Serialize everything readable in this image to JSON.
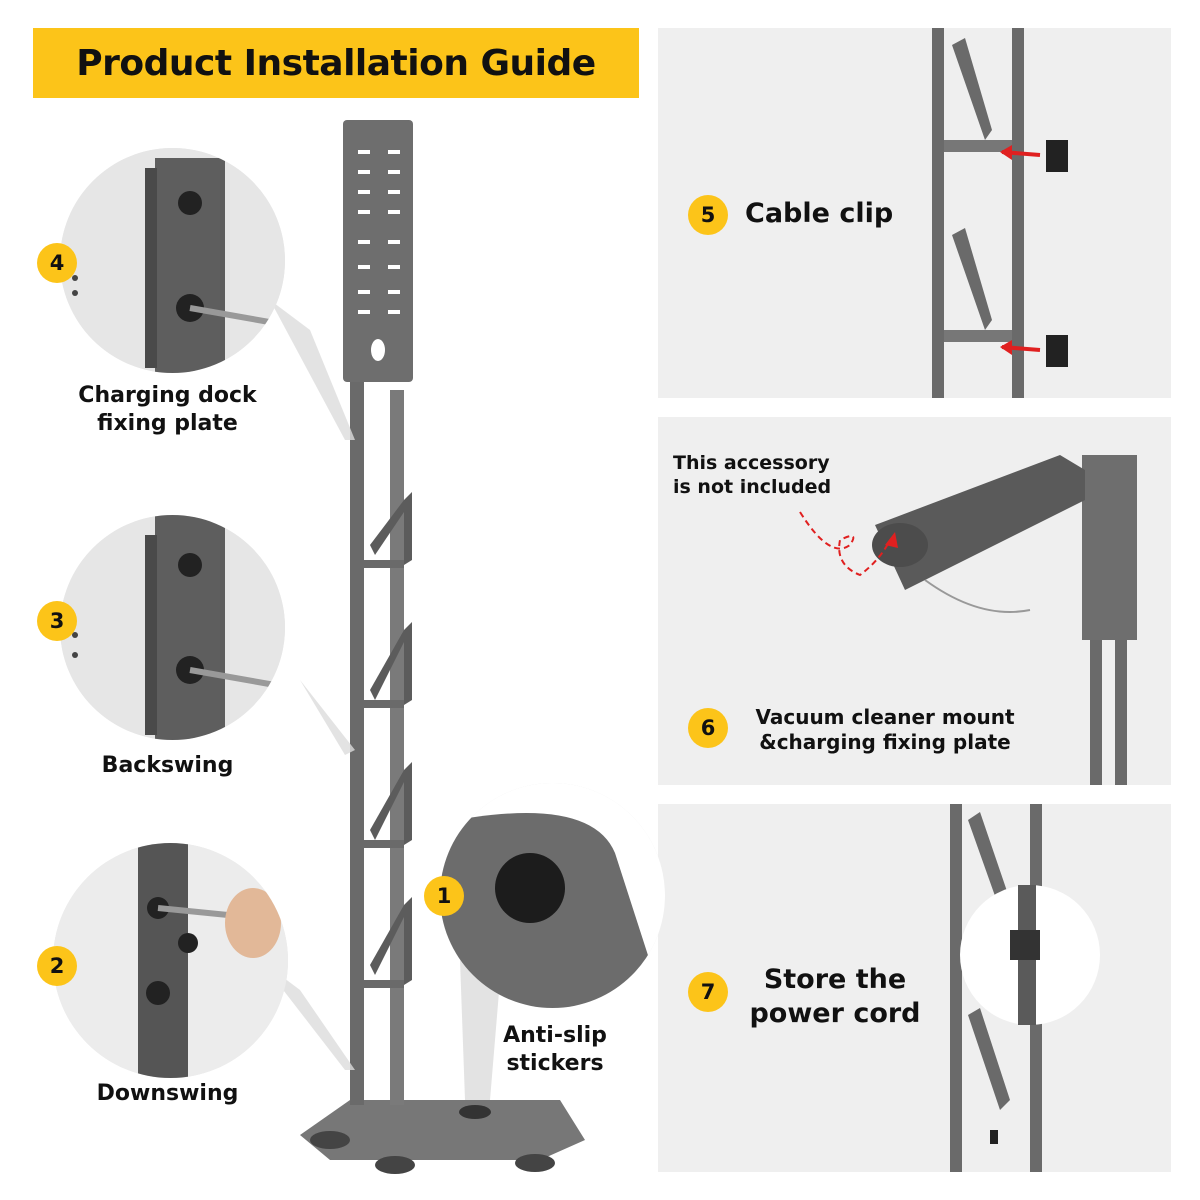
{
  "title": "Product Installation Guide",
  "colors": {
    "accent": "#fcc419",
    "metal": "#6a6a6a",
    "panel": "#efefef",
    "arrow": "#e02020"
  },
  "steps": [
    {
      "number": "1",
      "label_line1": "Anti-slip",
      "label_line2": "stickers"
    },
    {
      "number": "2",
      "label_line1": "Downswing"
    },
    {
      "number": "3",
      "label_line1": "Backswing"
    },
    {
      "number": "4",
      "label_line1": "Charging dock",
      "label_line2": "fixing plate"
    },
    {
      "number": "5",
      "label_line1": "Cable clip"
    },
    {
      "number": "6",
      "label_line1": "Vacuum cleaner mount",
      "label_line2": "&charging fixing plate",
      "note_line1": "This accessory",
      "note_line2": "is not included"
    },
    {
      "number": "7",
      "label_line1": "Store the",
      "label_line2": "power cord"
    }
  ]
}
